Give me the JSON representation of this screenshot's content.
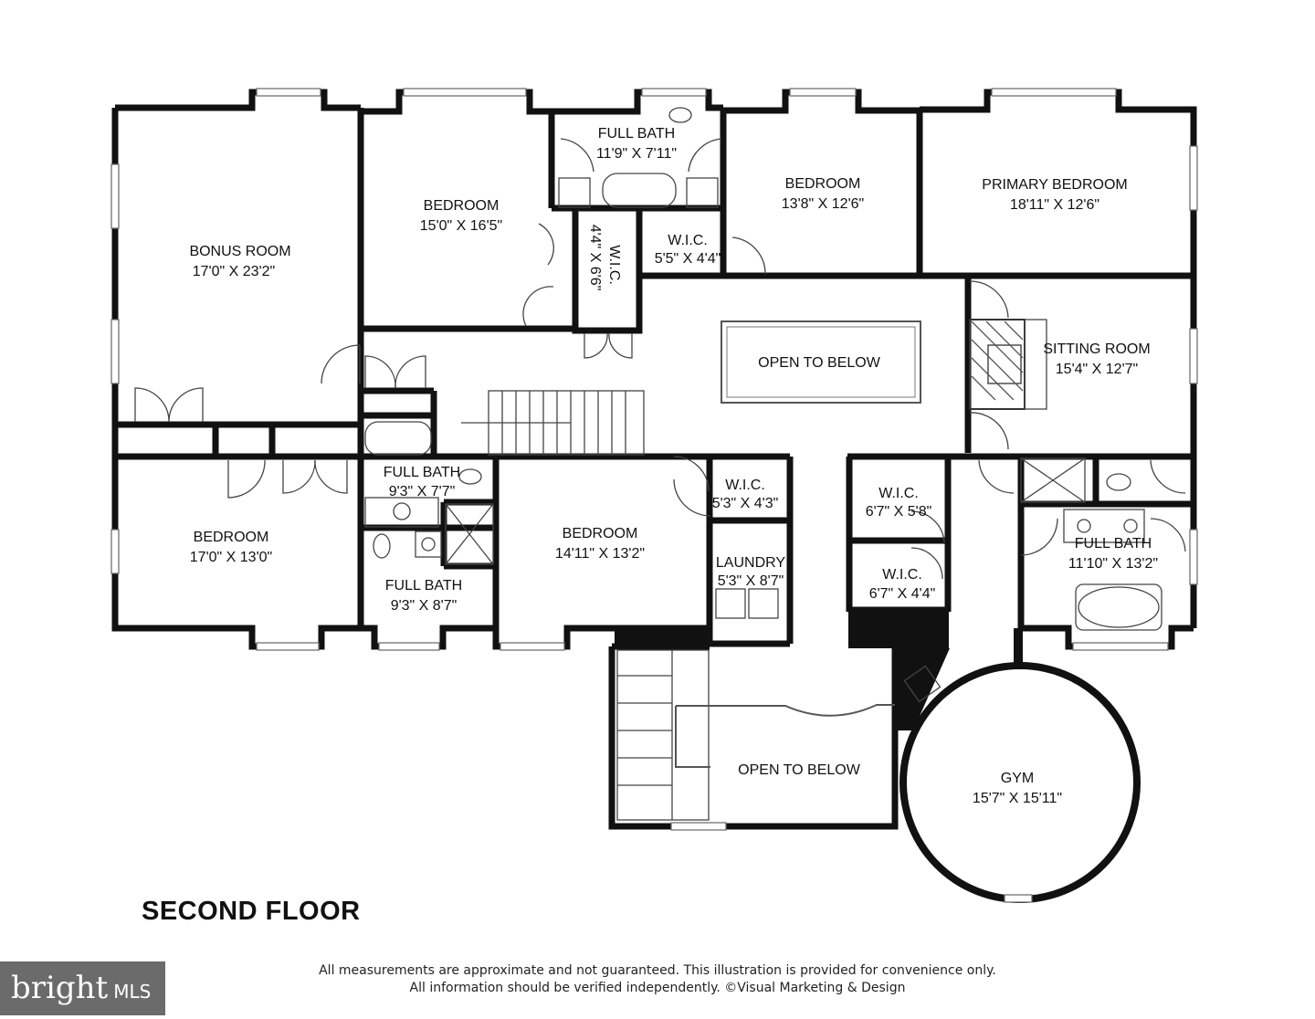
{
  "floor_title": "SECOND FLOOR",
  "disclaimer": {
    "line1": "All measurements are approximate and not guaranteed. This illustration is provided for convenience only.",
    "line2": "All information should be verified independently. ©Visual Marketing & Design"
  },
  "logo": {
    "word": "bright",
    "suffix": "MLS"
  },
  "rooms": {
    "bonus_room": {
      "name": "BONUS ROOM",
      "dims": "17'0\" X 23'2\""
    },
    "bedroom_1": {
      "name": "BEDROOM",
      "dims": "15'0\" X 16'5\""
    },
    "full_bath_1": {
      "name": "FULL BATH",
      "dims": "11'9\" X 7'11\""
    },
    "bedroom_2": {
      "name": "BEDROOM",
      "dims": "13'8\" X 12'6\""
    },
    "primary_bedroom": {
      "name": "PRIMARY BEDROOM",
      "dims": "18'11\" X 12'6\""
    },
    "wic_1": {
      "name": "W.I.C.",
      "dims": "4'4\" X 6'6\""
    },
    "wic_2": {
      "name": "W.I.C.",
      "dims": "5'5\" X 4'4\""
    },
    "open_to_below_1": {
      "name": "OPEN TO BELOW"
    },
    "sitting_room": {
      "name": "SITTING ROOM",
      "dims": "15'4\" X 12'7\""
    },
    "full_bath_2": {
      "name": "FULL BATH",
      "dims": "9'3\" X 7'7\""
    },
    "bedroom_3": {
      "name": "BEDROOM",
      "dims": "17'0\" X 13'0\""
    },
    "full_bath_3": {
      "name": "FULL BATH",
      "dims": "9'3\" X 8'7\""
    },
    "bedroom_4": {
      "name": "BEDROOM",
      "dims": "14'11\" X 13'2\""
    },
    "wic_3": {
      "name": "W.I.C.",
      "dims": "5'3\" X 4'3\""
    },
    "laundry": {
      "name": "LAUNDRY",
      "dims": "5'3\" X 8'7\""
    },
    "wic_4": {
      "name": "W.I.C.",
      "dims": "6'7\" X 5'8\""
    },
    "wic_5": {
      "name": "W.I.C.",
      "dims": "6'7\" X 4'4\""
    },
    "full_bath_4": {
      "name": "FULL BATH",
      "dims": "11'10\" X 13'2\""
    },
    "open_to_below_2": {
      "name": "OPEN TO BELOW"
    },
    "gym": {
      "name": "GYM",
      "dims": "15'7\" X 15'11\""
    }
  },
  "colors": {
    "wall": "#111111",
    "fixture": "#444444",
    "background": "#ffffff",
    "logo_bg": "#6b6b6b"
  }
}
